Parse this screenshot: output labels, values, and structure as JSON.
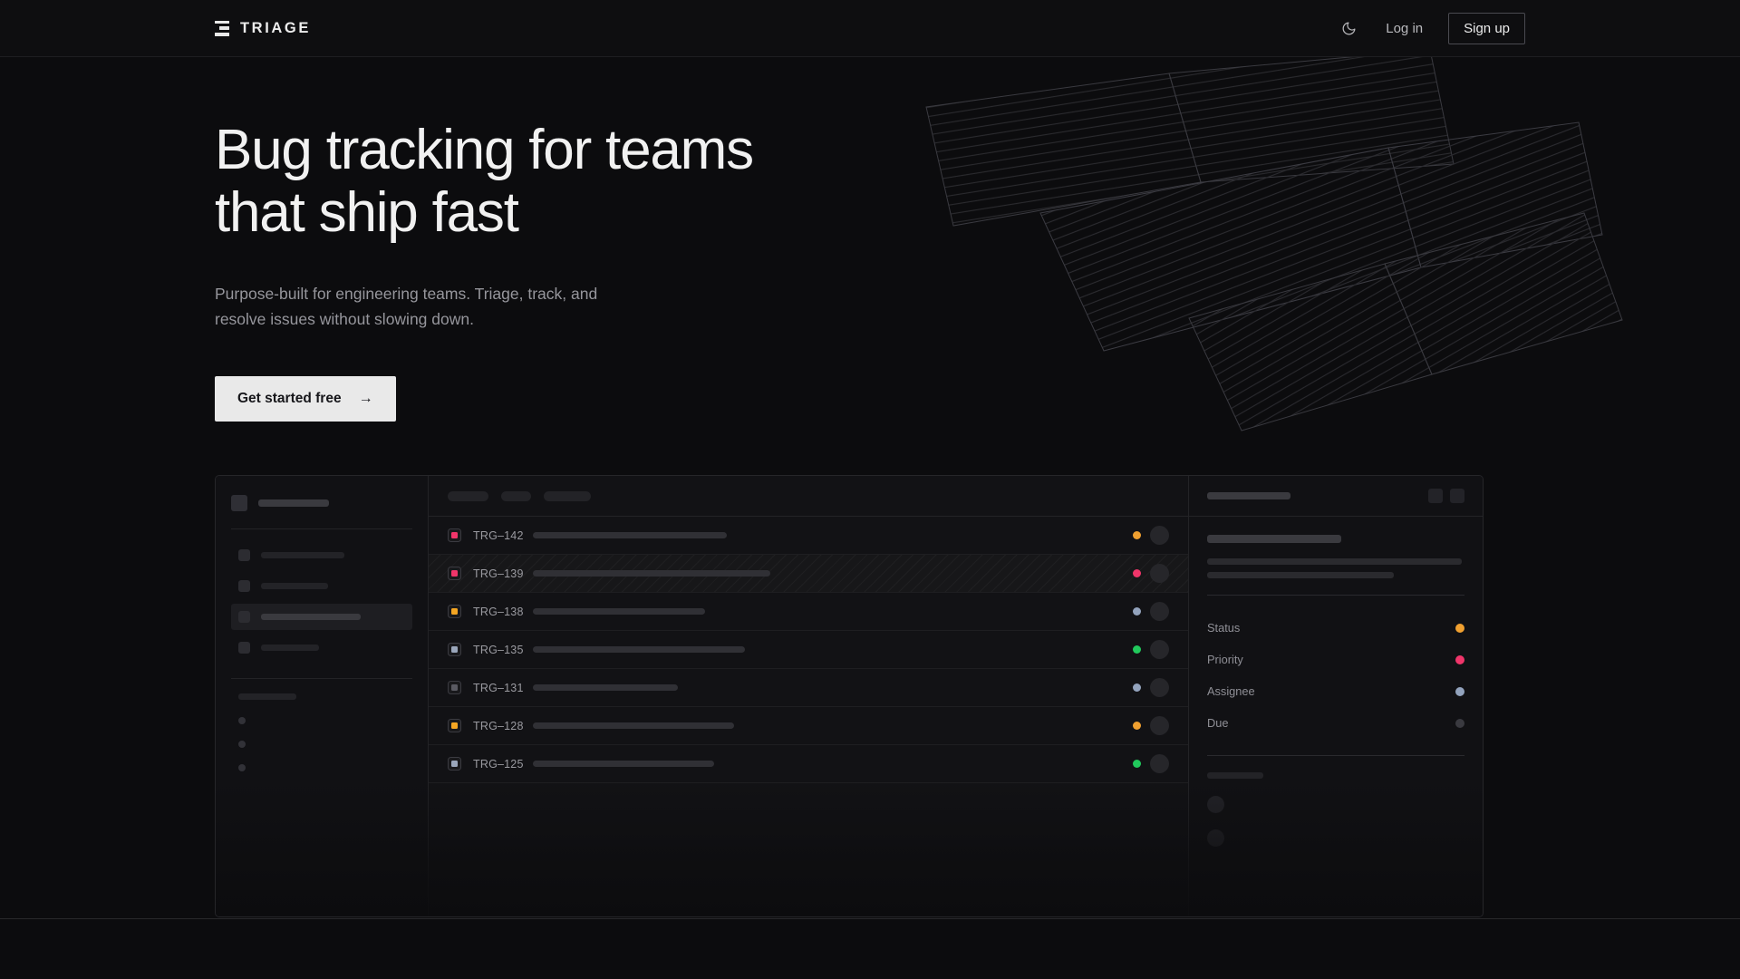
{
  "brand": {
    "name": "TRIAGE",
    "mark_icon": "triage-bars-icon"
  },
  "nav": {
    "theme_toggle_icon": "moon-icon",
    "login_label": "Log in",
    "signup_label": "Sign up"
  },
  "hero": {
    "title_line1": "Bug tracking for teams",
    "title_line2": "that ship fast",
    "subtitle": "Purpose-built for engineering teams. Triage, track, and resolve issues without slowing down.",
    "cta_label": "Get started free",
    "cta_arrow": "→"
  },
  "colors": {
    "page_bg": "#0c0c0e",
    "panel_bg": "#121215",
    "border": "#262629",
    "text_primary": "#f1f1f1",
    "text_muted": "#96969c",
    "cta_bg": "#e9e9e9",
    "status_amber": "#f0a030",
    "status_pink": "#f0356a",
    "status_green": "#21c95c",
    "status_slate": "#93a3bd",
    "status_none": "#3a3a40"
  },
  "mockup": {
    "sidebar": {
      "nav_items": [
        {
          "name": "nav-item-1",
          "active": false,
          "width": 92
        },
        {
          "name": "nav-item-2",
          "active": false,
          "width": 74
        },
        {
          "name": "nav-item-3",
          "active": true,
          "width": 110
        },
        {
          "name": "nav-item-4",
          "active": false,
          "width": 64
        }
      ],
      "section_label_width": 64,
      "sub_items": [
        {
          "name": "sub-item-1"
        },
        {
          "name": "sub-item-2"
        },
        {
          "name": "sub-item-3"
        }
      ]
    },
    "list": {
      "filters": [
        {
          "name": "filter-pill-1",
          "width": 45
        },
        {
          "name": "filter-pill-2",
          "width": 33
        },
        {
          "name": "filter-pill-3",
          "width": 52
        }
      ],
      "columns": [
        "priority",
        "id",
        "title",
        "status",
        "assignee"
      ],
      "rows": [
        {
          "id": "TRG–142",
          "priority_color": "#f0356a",
          "title_width": 214,
          "status_color": "#f0a030",
          "selected": false
        },
        {
          "id": "TRG–139",
          "priority_color": "#f0356a",
          "title_width": 262,
          "status_color": "#f0356a",
          "selected": true
        },
        {
          "id": "TRG–138",
          "priority_color": "#f5a623",
          "title_width": 190,
          "status_color": "#93a3bd",
          "selected": false
        },
        {
          "id": "TRG–135",
          "priority_color": "#9aa6bb",
          "title_width": 234,
          "status_color": "#21c95c",
          "selected": false
        },
        {
          "id": "TRG–131",
          "priority_color": "#5a5a62",
          "title_width": 160,
          "status_color": "#93a3bd",
          "selected": false
        },
        {
          "id": "TRG–128",
          "priority_color": "#f5a623",
          "title_width": 222,
          "status_color": "#f0a030",
          "selected": false
        },
        {
          "id": "TRG–125",
          "priority_color": "#9aa6bb",
          "title_width": 200,
          "status_color": "#21c95c",
          "selected": false
        }
      ]
    },
    "detail": {
      "header_title_width": 92,
      "header_actions": [
        "detail-action-1",
        "detail-action-2"
      ],
      "summary_width": 148,
      "desc_line_widths": [
        281,
        206
      ],
      "fields": [
        {
          "label": "Status",
          "color": "#f0a030"
        },
        {
          "label": "Priority",
          "color": "#f0356a"
        },
        {
          "label": "Assignee",
          "color": "#93a3bd"
        },
        {
          "label": "Due",
          "color": "#3a3a40"
        }
      ],
      "comments_label_width": 62,
      "comments": [
        {
          "name": "comment-1"
        },
        {
          "name": "comment-2"
        }
      ]
    }
  }
}
